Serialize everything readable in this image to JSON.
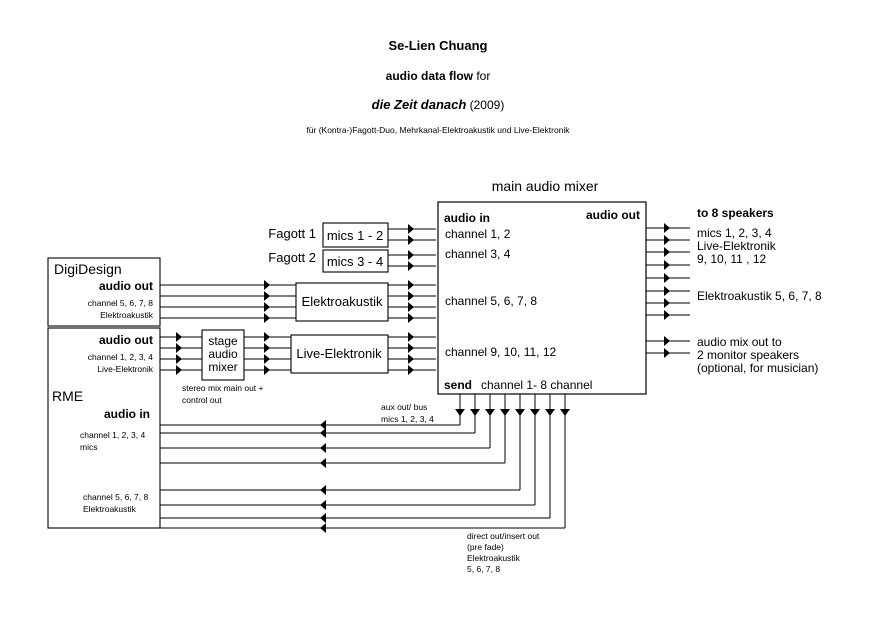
{
  "header": {
    "composer": "Se-Lien  Chuang",
    "subtitle_bold": "audio data flow",
    "subtitle_rest": " for",
    "work_title": "die Zeit danach",
    "year": " (2009)",
    "description": "für (Kontra-)Fagott-Duo, Mehrkanal-Elektroakustik und Live-Elektronik"
  },
  "mixer": {
    "title": "main audio mixer",
    "audio_in": "audio in",
    "audio_out": "audio out",
    "ch_1_2": "channel 1, 2",
    "ch_3_4": "channel 3, 4",
    "ch_5_8": "channel 5, 6, 7, 8",
    "ch_9_12": "channel 9, 10, 11, 12",
    "send": "send",
    "send_channels": "channel 1- 8 channel"
  },
  "fagott": {
    "fagott1": "Fagott 1",
    "fagott2": "Fagott 2",
    "mics12": "mics 1 - 2",
    "mics34": "mics 3 - 4"
  },
  "boxes": {
    "elektroakustik": "Elektroakustik",
    "live_elektronik": "Live-Elektronik",
    "stage_1": "stage",
    "stage_2": "audio",
    "stage_3": "mixer"
  },
  "digidesign": {
    "name": "DigiDesign",
    "audio_out": "audio out",
    "channels": "channel 5, 6, 7, 8",
    "label": "Elektroakustik"
  },
  "rme": {
    "name": "RME",
    "audio_out": "audio out",
    "out_channels": "channel 1, 2, 3, 4",
    "out_label": "Live-Elektronik",
    "audio_in": "audio in",
    "in1_channels": "channel 1, 2, 3, 4",
    "in1_label": "mics",
    "in2_channels": "channel 5, 6, 7, 8",
    "in2_label": "Elektroakustik"
  },
  "notes": {
    "stereo_1": "stereo mix main out +",
    "stereo_2": "control out",
    "aux_1": "aux out/ bus",
    "aux_2": "mics 1, 2, 3, 4",
    "direct_1": "direct out/insert out",
    "direct_2": "(pre fade)",
    "direct_3": "Elektroakustik",
    "direct_4": "5, 6, 7, 8"
  },
  "outputs": {
    "title": "to 8 speakers",
    "line1": "mics 1, 2, 3, 4",
    "line2": "Live-Elektronik",
    "line3": "9, 10, 11 , 12",
    "line4": "Elektroakustik 5, 6, 7, 8",
    "mon1": "audio mix out to",
    "mon2": "2 monitor speakers",
    "mon3": "(optional, for musician)"
  }
}
